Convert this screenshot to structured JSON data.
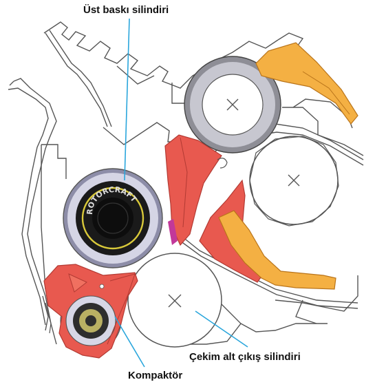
{
  "labels": {
    "top_roller": "Üst baskı silindiri",
    "bottom_exit_roller": "Çekim alt çıkış silindiri",
    "compactor": "Kompaktör"
  },
  "roller_brand_text": "ROTORCRAFT",
  "colors": {
    "outline": "#555555",
    "pointer": "#2aa6dc",
    "red_part": "#e8594f",
    "red_dark": "#c8362f",
    "orange_part": "#f4b043",
    "orange_dark": "#d98b1a",
    "roller_grey": "#b9b9cf",
    "roller_black": "#1a1a1a",
    "roller_ring": "#d9c93a",
    "magenta_part": "#c2389a"
  }
}
